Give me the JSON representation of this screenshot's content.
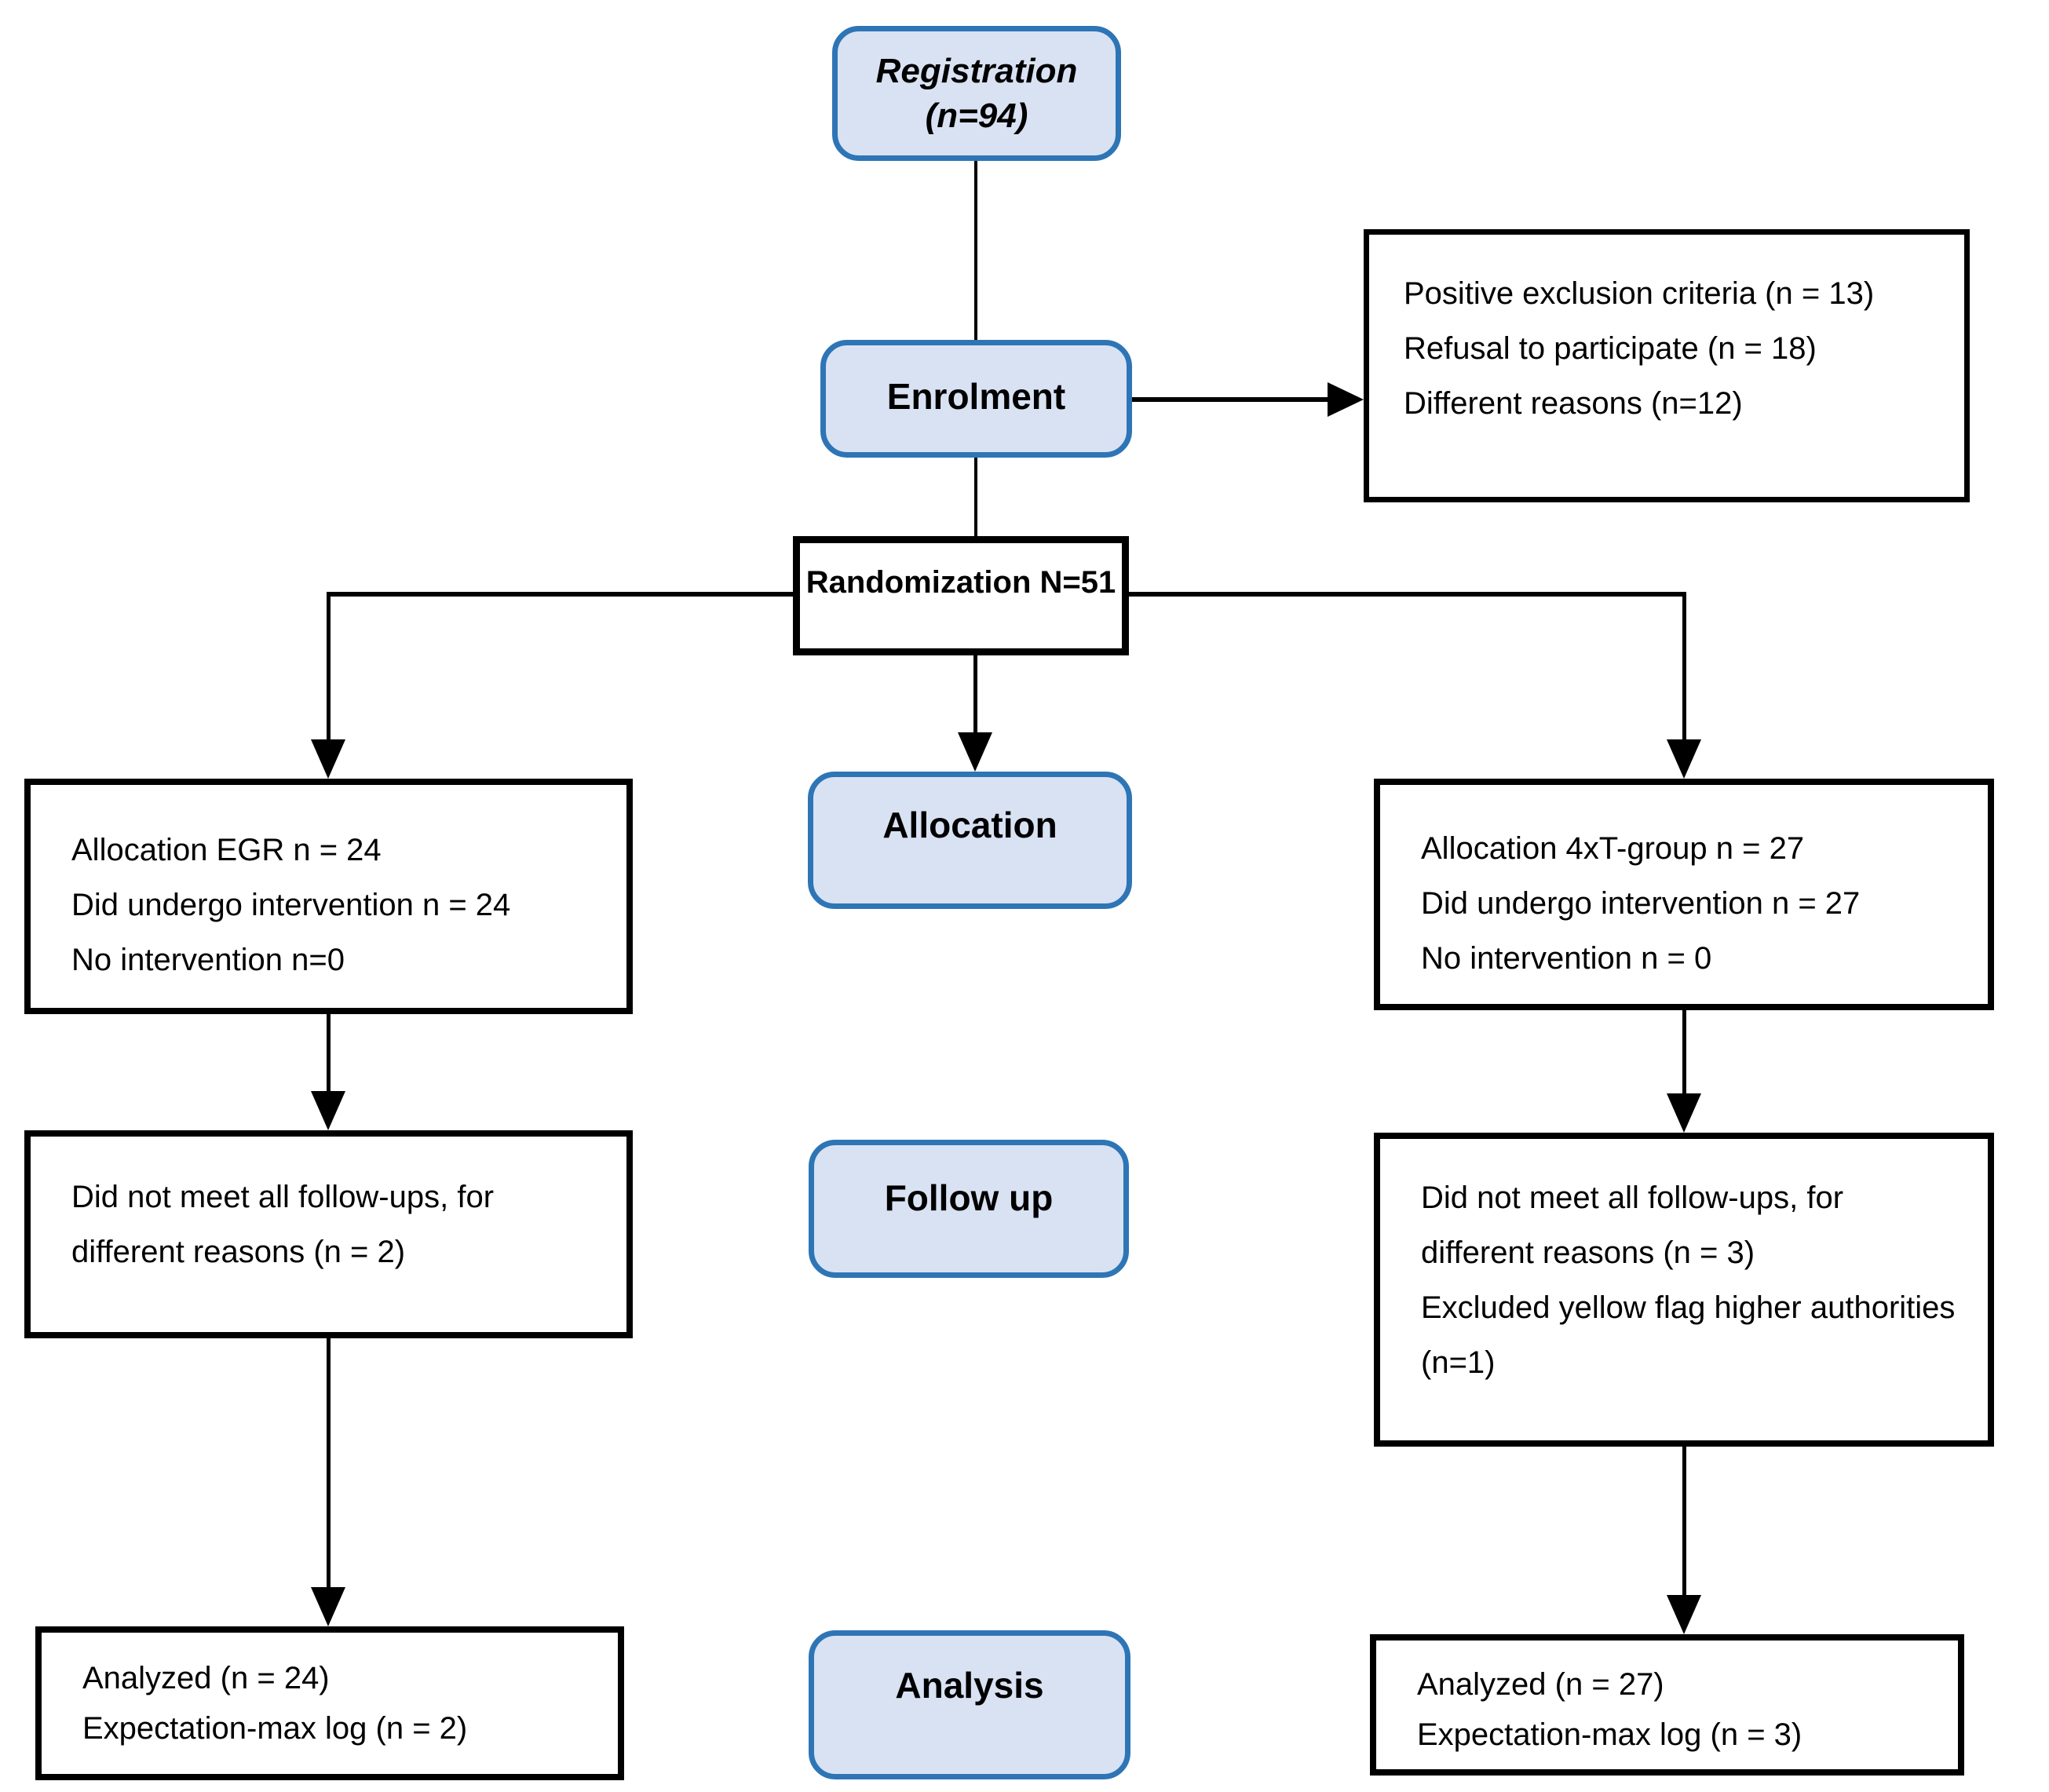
{
  "diagram": {
    "colors": {
      "background": "#ffffff",
      "stage_fill": "#d9e2f3",
      "stage_border": "#2e75b6",
      "box_border": "#000000",
      "line": "#000000",
      "text": "#000000"
    },
    "registration": {
      "line1": "Registration",
      "line2": "(n=94)"
    },
    "enrolment": {
      "label": "Enrolment"
    },
    "exclusion": {
      "lines": [
        "Positive exclusion criteria (n = 13)",
        "Refusal to participate (n = 18)",
        "Different reasons (n=12)"
      ]
    },
    "randomization": {
      "label": "Randomization N=51"
    },
    "stages": {
      "allocation": "Allocation",
      "follow_up": "Follow up",
      "analysis": "Analysis"
    },
    "left_column": {
      "allocation": {
        "lines": [
          "Allocation EGR n = 24",
          "Did undergo intervention n = 24",
          "No intervention n=0"
        ]
      },
      "follow_up": {
        "lines": [
          "Did not meet all follow-ups, for different reasons (n = 2)"
        ]
      },
      "analysis": {
        "lines": [
          "Analyzed (n = 24)",
          "Expectation-max log (n = 2)"
        ]
      }
    },
    "right_column": {
      "allocation": {
        "lines": [
          "Allocation 4xT-group n = 27",
          "Did undergo intervention n = 27",
          "No intervention n = 0"
        ]
      },
      "follow_up": {
        "lines": [
          "Did not meet all follow-ups, for different reasons (n = 3)",
          "Excluded yellow flag higher authorities (n=1)"
        ]
      },
      "analysis": {
        "lines": [
          "Analyzed (n = 27)",
          "Expectation-max log (n = 3)"
        ]
      }
    }
  }
}
